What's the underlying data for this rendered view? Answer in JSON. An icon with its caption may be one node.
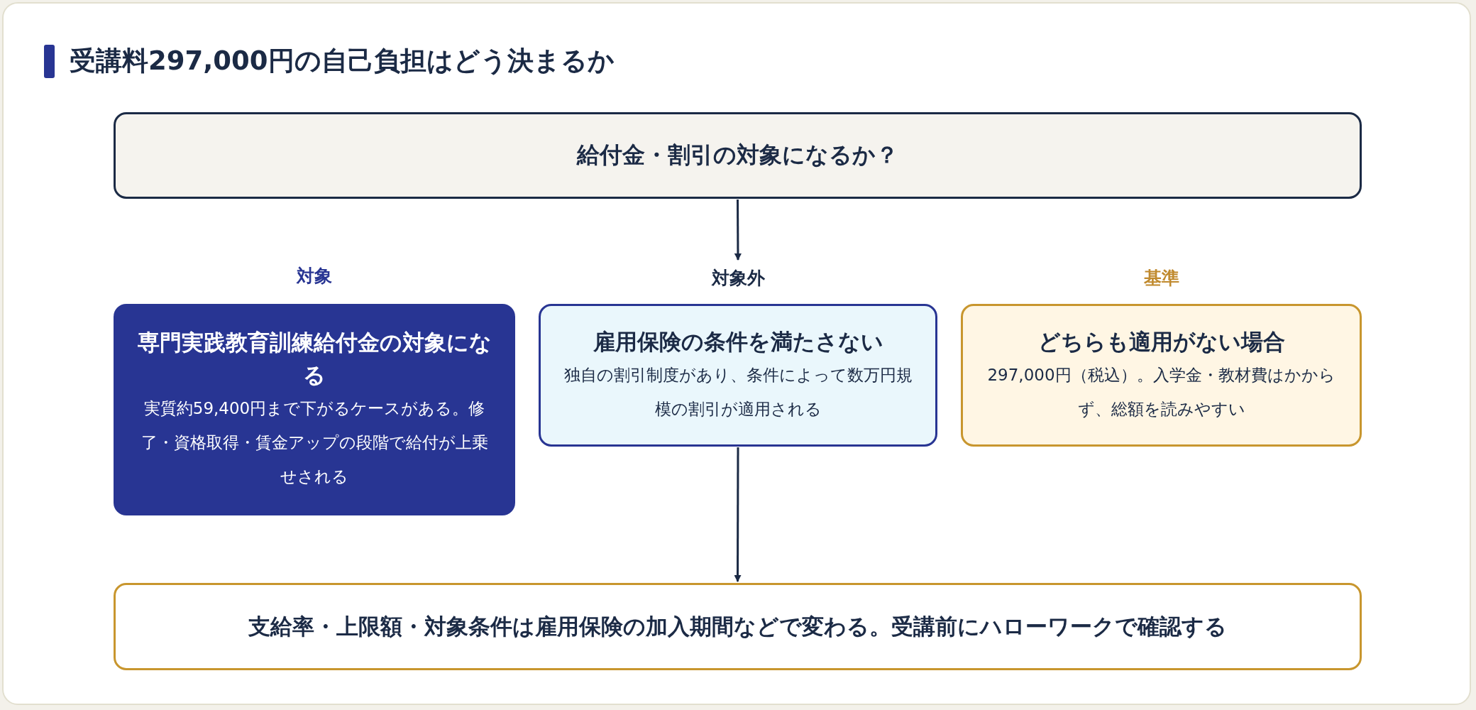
{
  "diagram": {
    "title": "受講料297,000円の自己負担はどう決まるか",
    "nodes": [
      {
        "text": [
          "給付金・割引の対象になるか？"
        ]
      },
      {
        "text": [
          "対象",
          "専門実践教育訓練給付金の対象になる",
          "実質約59,400円まで下がるケースがある。修了・資格取得・賃金アップの段階で給付が上乗せされる"
        ]
      },
      {
        "text": [
          "対象外",
          "雇用保険の条件を満たさない",
          "独自の割引制度があり、条件によって数万円規模の割引が適用される"
        ]
      },
      {
        "text": [
          "基準",
          "どちらも適用がない場合",
          "297,000円（税込）。入学金・教材費はかからず、総額を読みやすい"
        ]
      },
      {
        "text": [
          "支給率・上限額・対象条件は雇用保険の加入期間などで変わる。受講前にハローワークで確認する"
        ]
      }
    ],
    "edges": [
      {
        "from": 0,
        "to": 2,
        "arrow": "to"
      },
      {
        "from": 2,
        "to": 4,
        "arrow": "to"
      }
    ]
  }
}
